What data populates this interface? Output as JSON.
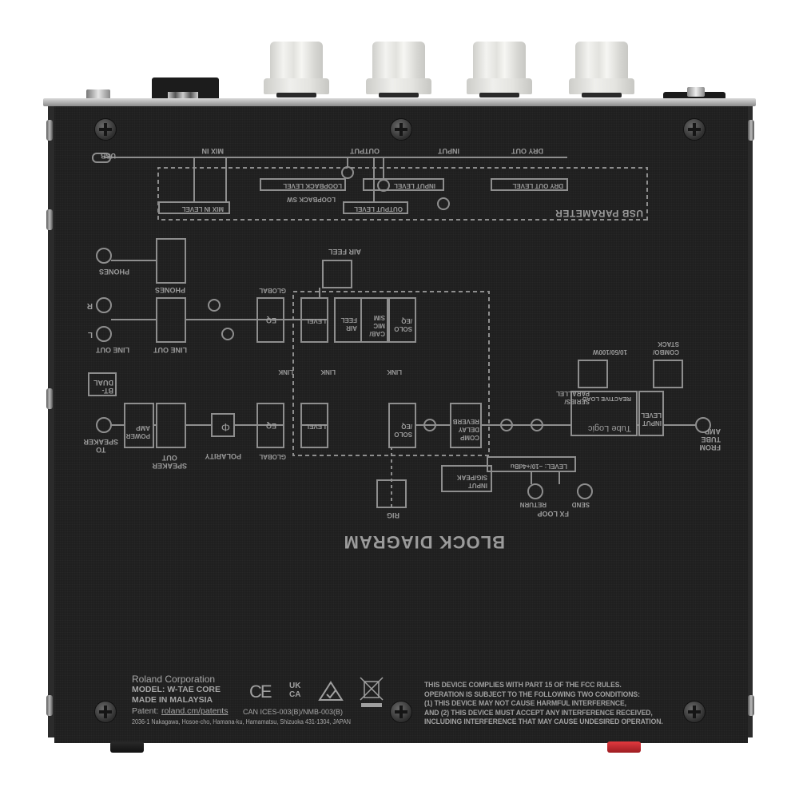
{
  "device": {
    "manufacturer": "Roland Corporation",
    "model": "MODEL: W-TAE CORE",
    "origin": "MADE IN MALAYSIA",
    "patent_label": "Patent:",
    "patent_url": "roland.cm/patents",
    "compliance_code": "CAN ICES-003(B)/NMB-003(B)",
    "address": "2036-1 Nakagawa, Hosoe-cho, Hamana-ku, Hamamatsu, Shizuoka 431-1304, JAPAN",
    "cert_marks": [
      "CE",
      "UKCA",
      "RCM",
      "WEEE"
    ],
    "fcc_notice": [
      "THIS DEVICE COMPLIES WITH PART 15 OF THE FCC RULES.",
      "OPERATION IS SUBJECT TO THE FOLLOWING TWO CONDITIONS:",
      "(1) THIS DEVICE MAY NOT CAUSE HARMFUL INTERFERENCE,",
      "AND (2) THIS DEVICE MUST ACCEPT ANY INTERFERENCE RECEIVED,",
      "INCLUDING INTERFERENCE THAT MAY CAUSE UNDESIRED OPERATION."
    ],
    "colors": {
      "chassis": "#1f1f1f",
      "print": "#9a9a9a",
      "knob": "#e8e8e5",
      "red_foot": "#c0262c"
    }
  },
  "diagram": {
    "title": "BLOCK DIAGRAM",
    "orientation": "rotated 180°",
    "usb": {
      "port": "USB",
      "mix_in": "MIX IN",
      "output": "OUTPUT",
      "input": "INPUT",
      "dry_out": "DRY OUT",
      "section": "USB PARAMETER",
      "loopback_level": "LOOPBACK LEVEL",
      "loopback_sw": "LOOPBACK SW",
      "mix_in_level": "MIX IN LEVEL",
      "output_level": "OUTPUT LEVEL",
      "input_level": "INPUT LEVEL",
      "dry_out_level": "DRY OUT LEVEL"
    },
    "outputs": {
      "phones_jack": "PHONES",
      "phones_knob": "PHONES",
      "line_r": "R",
      "line_l": "L",
      "line_out_jack": "LINE OUT",
      "line_out_knob": "LINE OUT",
      "bt_dual": "BT-\nDUAL",
      "to_speaker": "TO\nSPEAKER",
      "power_amp": "POWER\nAMP",
      "speaker_out": "SPEAKER\nOUT",
      "polarity": "POLARITY",
      "polarity_symbol": "Φ"
    },
    "processing": {
      "global_top": "GLOBAL",
      "global_bottom": "GLOBAL",
      "eq": "EQ",
      "level": "LEVEL",
      "air_feel_box": "AIR\nFEEL",
      "air_feel_knob": "AIR FEEL",
      "cab_mic_sim": "CAB/\nMIC\nSIM",
      "solo_eq": "SOLO\n/EQ",
      "link": "LINK",
      "comp_delay_reverb": "COMP\nDELAY\nREVERB",
      "input_sig_peak": "INPUT\nSIG/PEAK",
      "rig": "RIG"
    },
    "input": {
      "from_tube_amp": "FROM\nTUBE\nAMP",
      "tube_logic": "Tube Logic",
      "reactive_load": "REACTIVE LOAD",
      "combo_stack": "COMBO/\nSTACK",
      "wattage": "10/50/100W",
      "input_level": "INPUT\nLEVEL",
      "series_parallel": "SERIES/\nPARALLEL",
      "fx_level": "LEVEL: −10/+4dBu",
      "fx_loop": "FX LOOP",
      "send": "SEND",
      "return": "RETURN"
    }
  }
}
